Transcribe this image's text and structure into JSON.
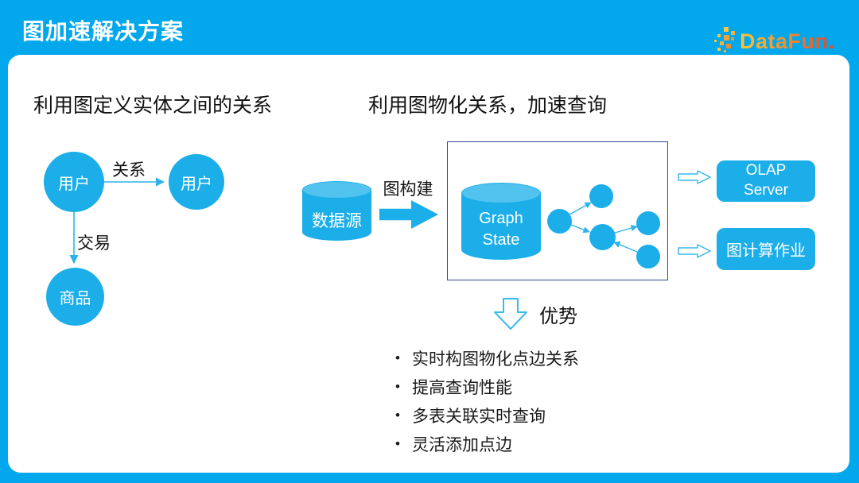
{
  "slide": {
    "title": "图加速解决方案",
    "logo": "DataFun."
  },
  "left": {
    "heading": "利用图定义实体之间的关系",
    "node_user1": "用户",
    "node_user2": "用户",
    "node_product": "商品",
    "edge_relation": "关系",
    "edge_transaction": "交易"
  },
  "right": {
    "heading": "利用图物化关系，加速查询",
    "datasource": "数据源",
    "build_arrow": "图构建",
    "graph_state": "Graph State",
    "olap": "OLAP Server",
    "graph_job": "图计算作业",
    "advantage": "优势",
    "bullet_char": "•",
    "bullets": [
      "实时构图物化点边关系",
      "提高查询性能",
      "多表关联实时查询",
      "灵活添加点边"
    ]
  },
  "colors": {
    "frame_blue": "#02A7EC",
    "shape_blue": "#1CAEE8",
    "cylinder_top_blue": "#52C3EE",
    "graph_box_border": "#2E4C8F",
    "thin_arrow_blue": "#2FB3EA",
    "outline_arrow_blue": "#3CBAED",
    "logo_gold": "#F2C341",
    "logo_red": "#E2512C",
    "text_black": "#111111",
    "white": "#FFFFFF"
  }
}
